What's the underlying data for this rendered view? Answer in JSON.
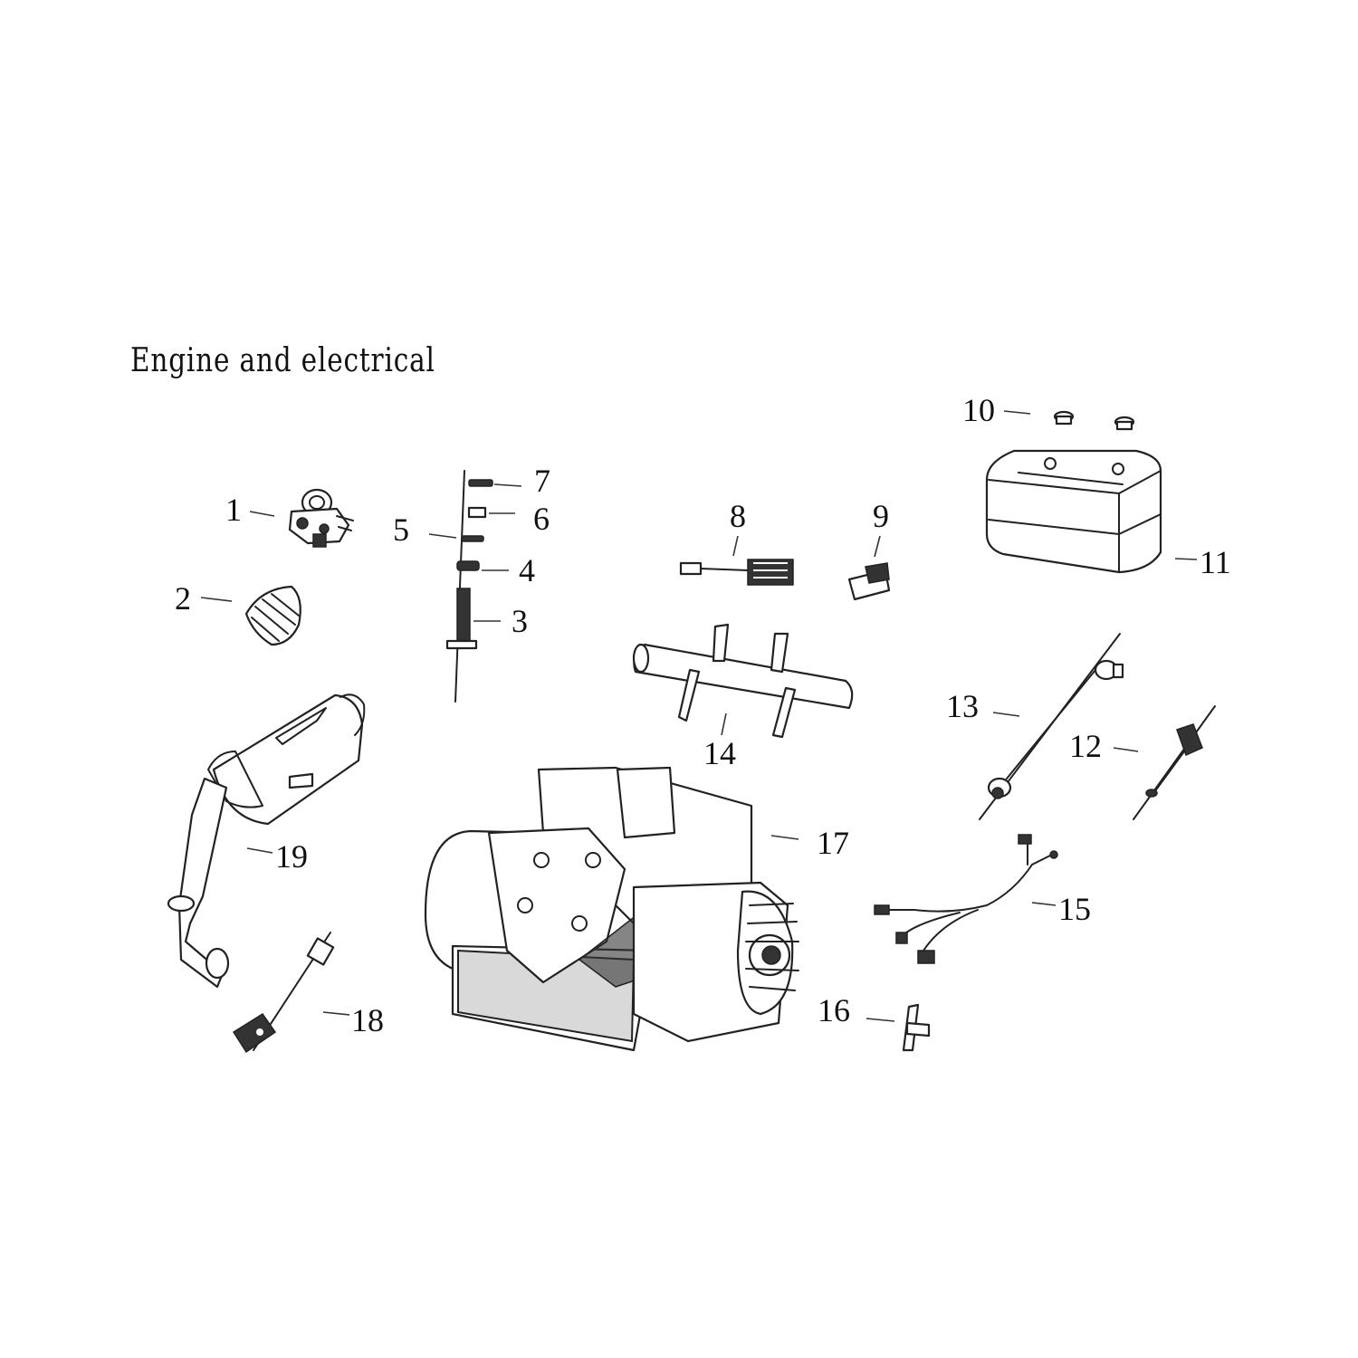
{
  "title": "Engine and electrical",
  "callouts": [
    {
      "n": "1",
      "part": "carburetor-icon"
    },
    {
      "n": "2",
      "part": "intake-manifold-icon"
    },
    {
      "n": "3",
      "part": "stud-bolt-icon"
    },
    {
      "n": "4",
      "part": "nut-icon"
    },
    {
      "n": "5",
      "part": "washer-icon"
    },
    {
      "n": "6",
      "part": "nut-icon"
    },
    {
      "n": "7",
      "part": "washer-icon"
    },
    {
      "n": "8",
      "part": "regulator-icon"
    },
    {
      "n": "9",
      "part": "relay-icon"
    },
    {
      "n": "10",
      "part": "battery-terminal-icon"
    },
    {
      "n": "11",
      "part": "battery-icon"
    },
    {
      "n": "12",
      "part": "throttle-cable-icon"
    },
    {
      "n": "13",
      "part": "choke-cable-icon"
    },
    {
      "n": "14",
      "part": "engine-mount-bracket-icon"
    },
    {
      "n": "15",
      "part": "wire-harness-icon"
    },
    {
      "n": "16",
      "part": "clip-icon"
    },
    {
      "n": "17",
      "part": "engine-icon"
    },
    {
      "n": "18",
      "part": "spark-plug-cap-icon"
    },
    {
      "n": "19",
      "part": "muffler-icon"
    }
  ]
}
